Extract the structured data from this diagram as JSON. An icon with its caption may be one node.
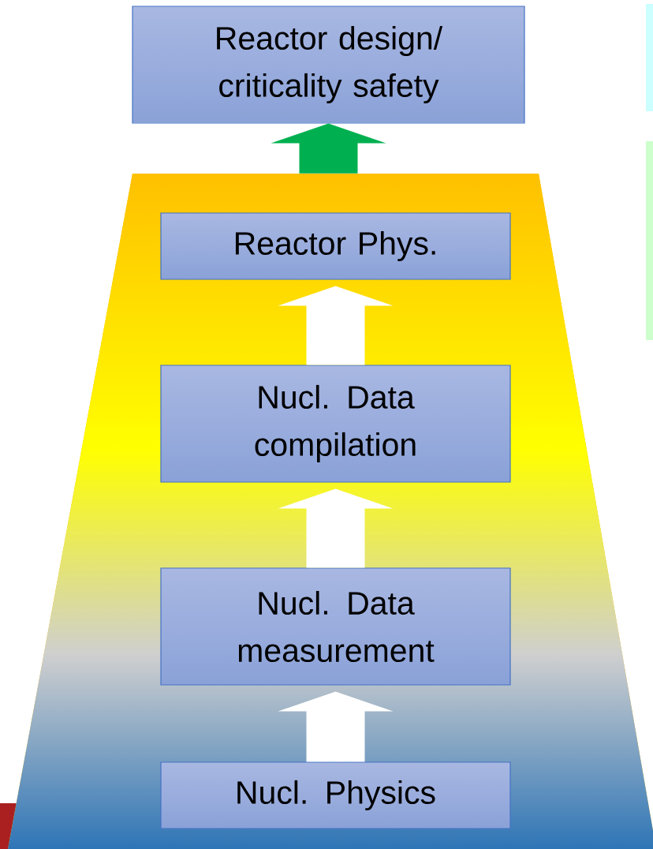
{
  "diagram": {
    "nodes": [
      {
        "text": [
          "Reactor design/ criticality safety"
        ]
      },
      {
        "text": [],
        "shape": "trapezoid"
      },
      {
        "text": [
          "Reactor Phys."
        ],
        "in": 1
      },
      {
        "text": [
          "Nucl. Data compilation"
        ],
        "in": 1
      },
      {
        "text": [
          "Nucl. Data measurement"
        ],
        "in": 1
      },
      {
        "text": [
          "Nucl. Physics"
        ],
        "in": 1
      }
    ],
    "edges": [
      {
        "from": 5,
        "to": 4,
        "arrow": "to"
      },
      {
        "from": 4,
        "to": 3,
        "arrow": "to"
      },
      {
        "from": 3,
        "to": 2,
        "arrow": "to"
      },
      {
        "from": 1,
        "to": 0,
        "arrow": "to",
        "color": "#00b050"
      }
    ]
  }
}
